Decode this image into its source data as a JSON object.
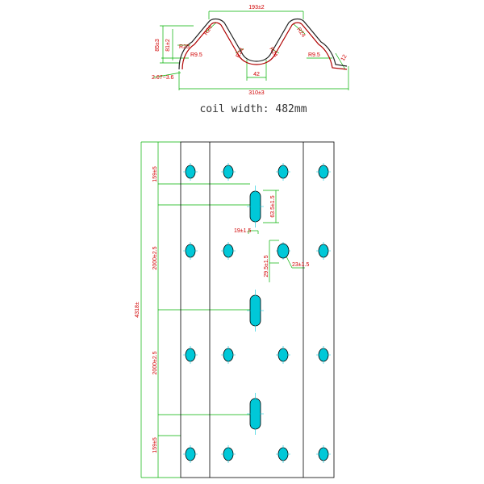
{
  "caption": "coil width: 482mm",
  "colors": {
    "outline": "#000000",
    "dimension_line": "#00b000",
    "dimension_text": "#d00000",
    "hole_fill": "#00c8d8",
    "centerline": "#00c8d8",
    "profile_stroke": "#b00000"
  },
  "profile": {
    "top_span": "193±2",
    "overall_height": "85±3",
    "inner_height": "81±2",
    "radius_left_outer": "R25",
    "radius_left_top": "R24",
    "radius_left_valley": "R24",
    "radius_right_valley": "R24",
    "radius_right_top": "R24",
    "radius_left_edge": "R9.5",
    "radius_right_edge": "R9.5",
    "flange": "12",
    "valley_width": "42",
    "thickness": "2.67~3.6",
    "bottom_width": "310±3"
  },
  "plate": {
    "total_length": "4318±",
    "top_end_distance": "159±5",
    "bottom_end_distance": "159±5",
    "pitch_upper": "2000±2.5",
    "pitch_lower": "2000±2.5",
    "slot_length": "63.5±1.5",
    "slot_width": "19±1.5",
    "hole_diameter": "29.5±1.5",
    "hole_offset": "23±1.5"
  }
}
